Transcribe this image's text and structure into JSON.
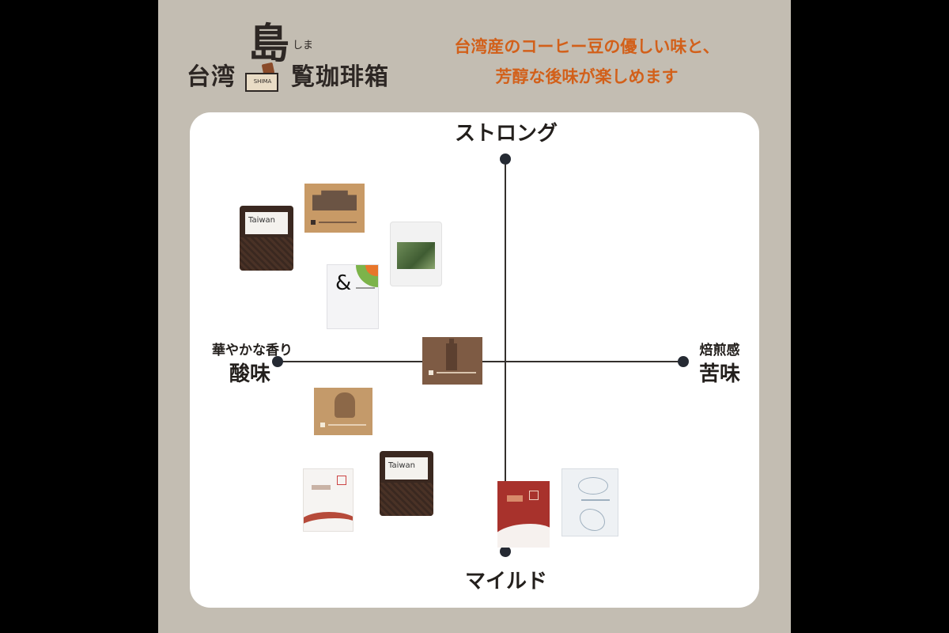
{
  "logo": {
    "left": "台湾",
    "big": "島",
    "ruby": "しま",
    "right": "覧珈琲箱",
    "box_text": "SHIMA"
  },
  "tagline": {
    "line1": "台湾産のコーヒー豆の優しい味と、",
    "line2": "芳醇な後味が楽しめます"
  },
  "axes": {
    "top": "ストロング",
    "bottom": "マイルド",
    "left_small": "華やかな香り",
    "left_big": "酸味",
    "right_small": "焙煎感",
    "right_big": "苦味"
  },
  "products": {
    "taiwan_1": "Taiwan",
    "ampersand": "&",
    "taiwan_2": "Taiwan"
  },
  "colors": {
    "panel_bg": "#c3bdb2",
    "tagline": "#d2601a",
    "axis": "#33302d",
    "dot": "#252a33"
  }
}
